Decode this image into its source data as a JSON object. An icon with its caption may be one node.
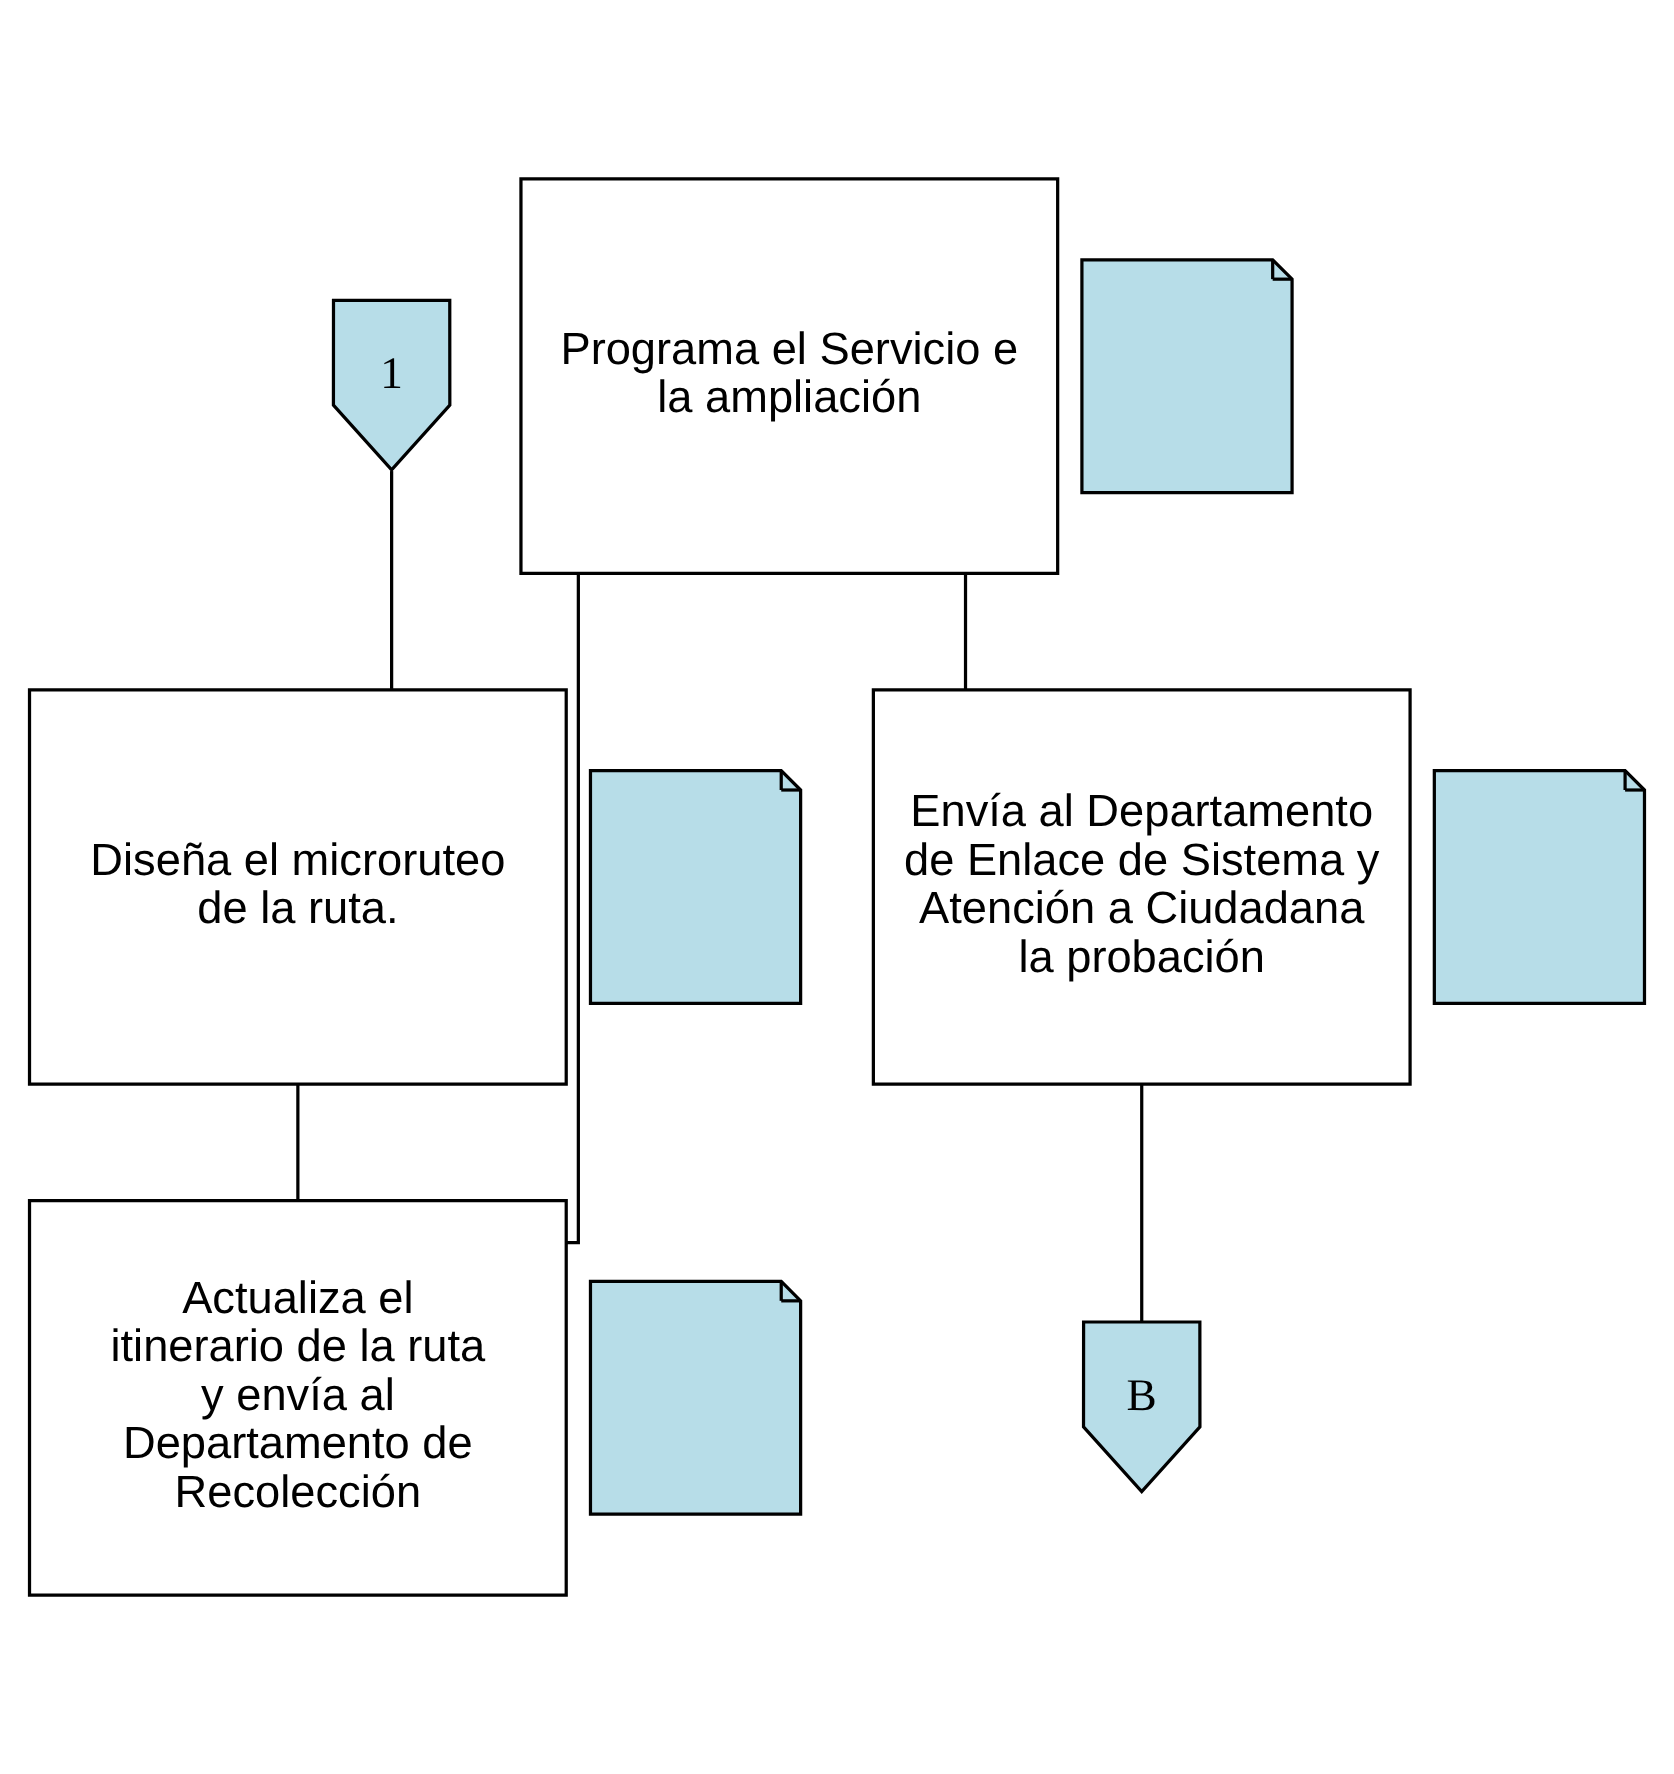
{
  "diagram": {
    "nodes": [
      {
        "text": [
          "1"
        ]
      },
      {
        "text": [
          "Diseña el microruteo de la ruta."
        ]
      },
      {
        "text": [],
        "shape": "document"
      },
      {
        "text": [
          "Actualiza el itinerario de la ruta y envía al Departamento de Recolección"
        ]
      },
      {
        "text": [],
        "shape": "document"
      },
      {
        "text": [
          "Programa el Servicio e la ampliación"
        ]
      },
      {
        "text": [],
        "shape": "document"
      },
      {
        "text": [
          "Envía al Departamento de Enlace de Sistema y Atención a Ciudadana la probación"
        ]
      },
      {
        "text": [],
        "shape": "document"
      },
      {
        "text": [
          "B"
        ]
      }
    ],
    "edges": [
      {
        "from": 0,
        "to": 1,
        "arrow": "none"
      },
      {
        "from": 1,
        "to": 3,
        "arrow": "none"
      },
      {
        "from": 3,
        "to": 5,
        "arrow": "none"
      },
      {
        "from": 5,
        "to": 7,
        "arrow": "none"
      },
      {
        "from": 7,
        "to": 9,
        "arrow": "none"
      }
    ]
  }
}
